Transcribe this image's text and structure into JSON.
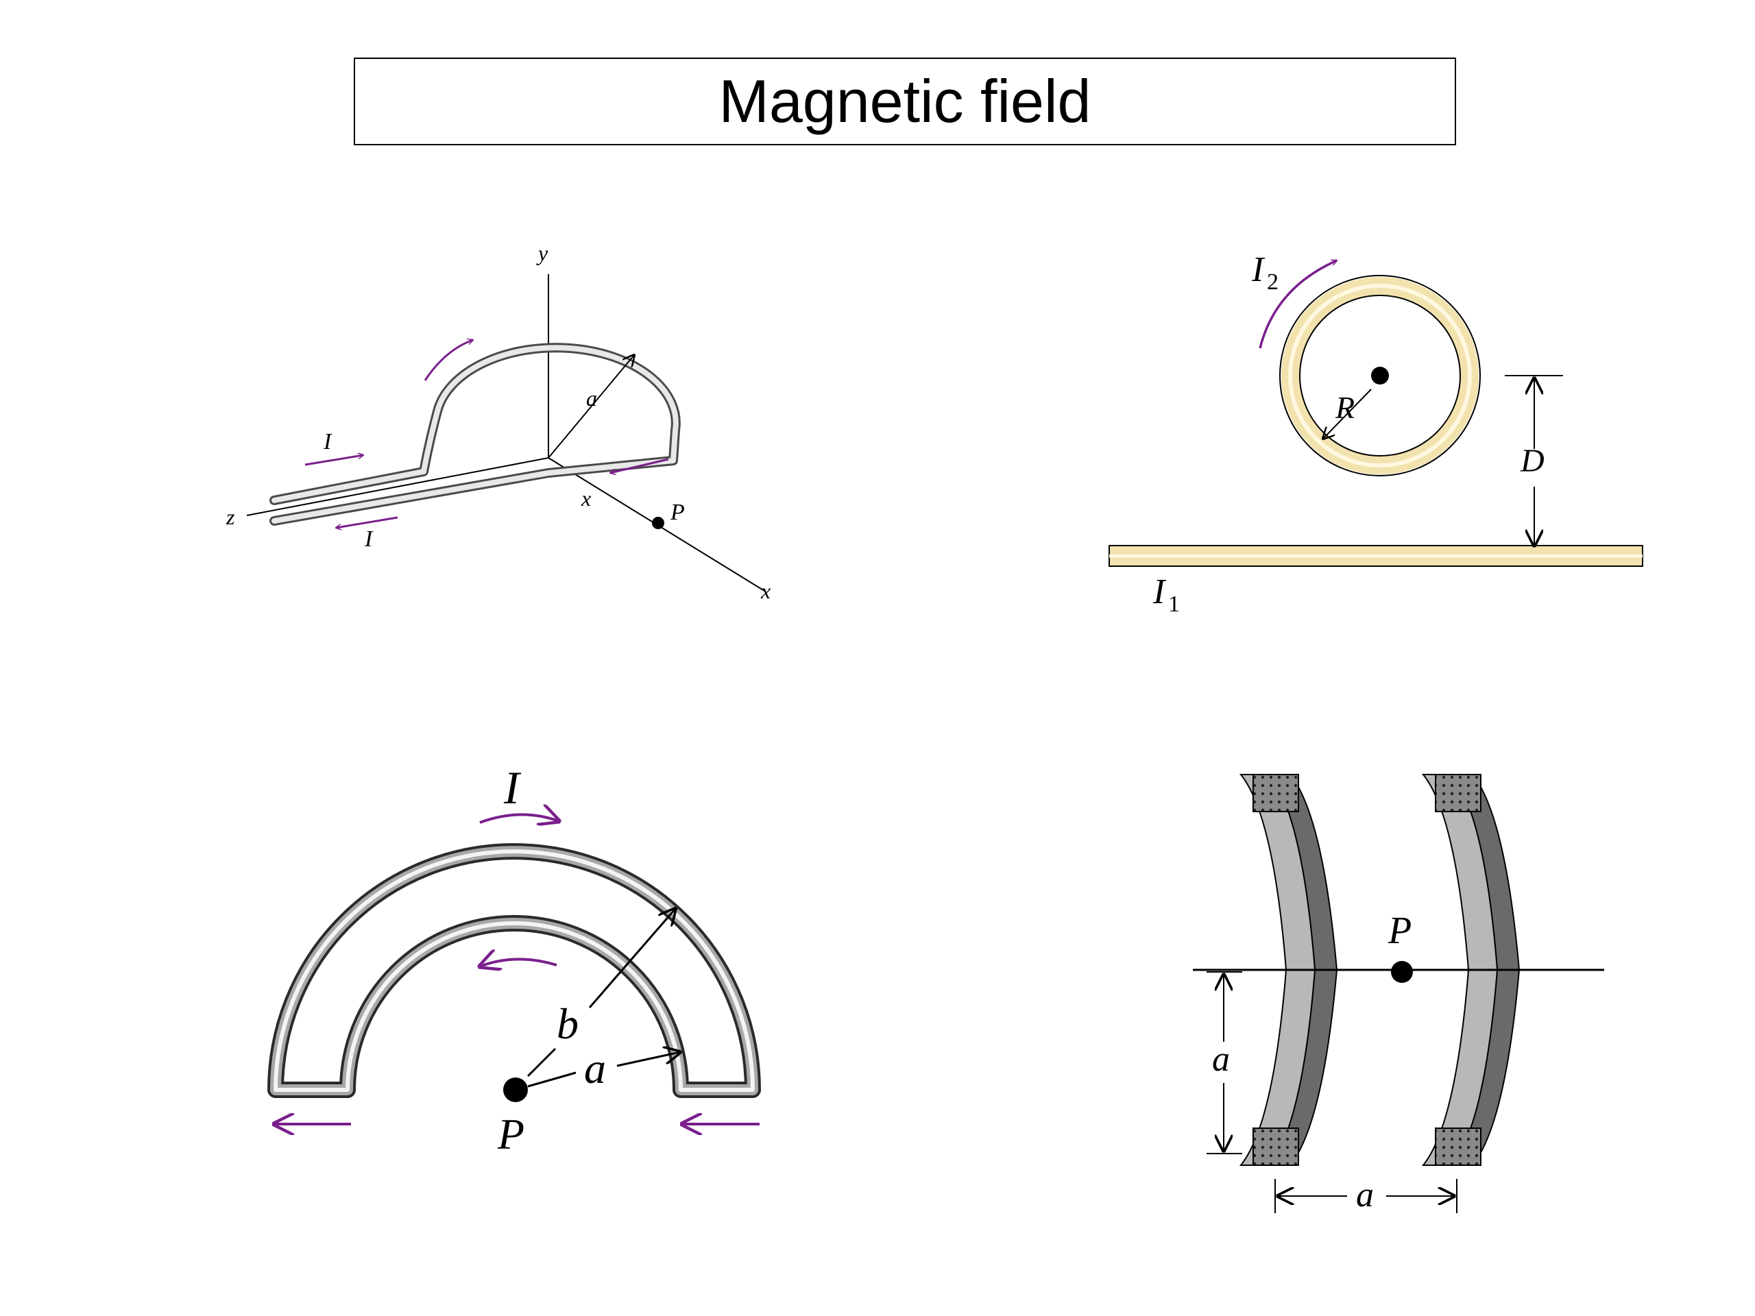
{
  "title": "Magnetic field",
  "colors": {
    "current_arrow": "#7a1f8c",
    "copper": "#f2e2ae",
    "wire_gray": "#9a9a9a",
    "coil_face": "#b8b8b8",
    "coil_side": "#6a6a6a"
  },
  "diagram1": {
    "axis_y": "y",
    "axis_z": "z",
    "axis_x_near": "x",
    "axis_x_far": "x",
    "radius": "a",
    "point": "P",
    "current_top": "I",
    "current_bottom": "I"
  },
  "diagram2": {
    "current_loop": "I",
    "current_loop_sub": "2",
    "radius": "R",
    "distance": "D",
    "current_wire": "I",
    "current_wire_sub": "1"
  },
  "diagram3": {
    "current": "I",
    "outer_radius": "b",
    "inner_radius": "a",
    "point": "P"
  },
  "diagram4": {
    "point": "P",
    "radius": "a",
    "separation": "a"
  }
}
